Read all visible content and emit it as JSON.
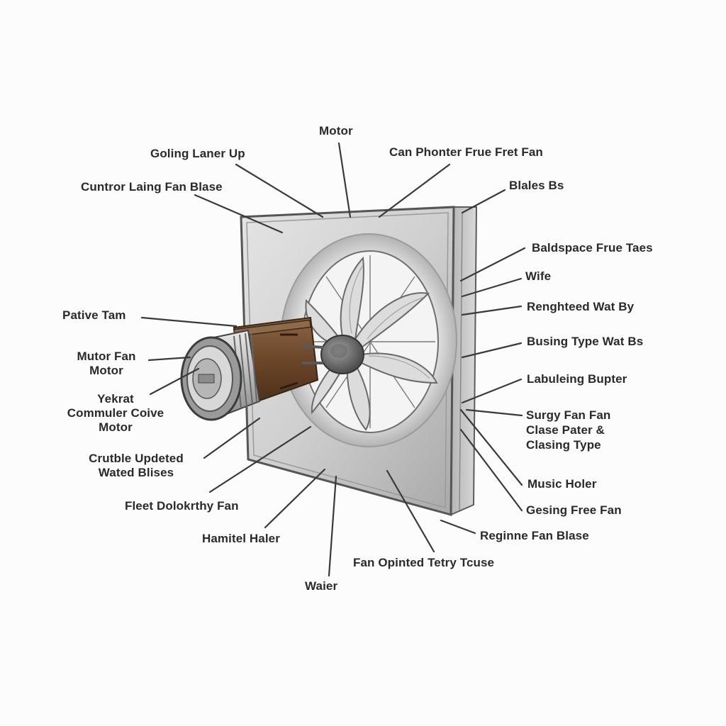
{
  "diagram": {
    "labels": {
      "motor_top": "Motor",
      "goling_laner_up": "Goling Laner Up",
      "can_phonter": "Can Phonter Frue Fret Fan",
      "curtor_laing": "Cuntror Laing Fan Blase",
      "blales_bs": "Blales Bs",
      "baldspace": "Baldspace Frue Taes",
      "wife": "Wife",
      "renghteed": "Renghteed Wat By",
      "busing_type": "Busing Type Wat Bs",
      "labuleing": "Labuleing Bupter",
      "surgy_fan": "Surgy Fan Fan\nClase Pater &\nClasing Type",
      "music_holer": "Music Holer",
      "gesing_free": "Gesing Free Fan",
      "regimne": "Reginne Fan Blase",
      "fan_opinted": "Fan Opinted Tetry Tcuse",
      "waier": "Waier",
      "hamitel": "Hamitel Haler",
      "fleet": "Fleet Dolokrthy Fan",
      "crutble": "Crutble Updeted\nWated Blises",
      "yekrat": "Yekrat\nCommuler Coive\nMotor",
      "mutor_fan": "Mutor Fan\nMotor",
      "pative_tam": "Pative Tam"
    },
    "colors": {
      "housing": "#c9c9c9",
      "housing_dark": "#8d8d8d",
      "motor_brown": "#6e4a2f",
      "motor_silver": "#bdbdbd",
      "leader_line": "#3a3a3a",
      "background": "#fcfcfc"
    }
  }
}
